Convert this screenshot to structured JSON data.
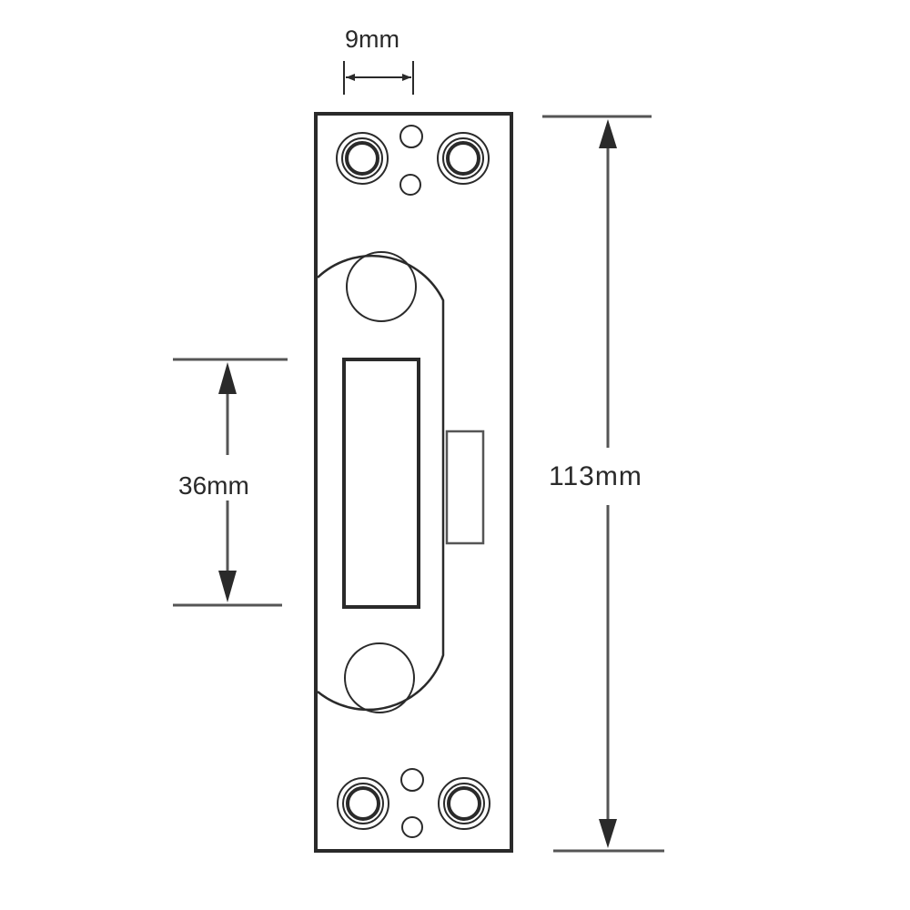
{
  "diagram": {
    "subject": "Lock strike plate technical drawing",
    "dimensions": {
      "width_top": {
        "label": "9mm"
      },
      "slot_height": {
        "label": "36mm"
      },
      "overall_height": {
        "label": "113mm"
      }
    },
    "colors": {
      "line": "#2a2a2a",
      "dim_line": "#555555",
      "background": "#ffffff"
    }
  }
}
